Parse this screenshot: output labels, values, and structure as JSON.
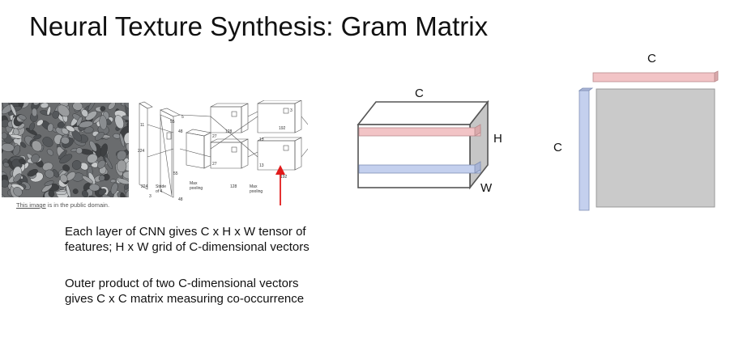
{
  "title": "Neural Texture Synthesis: Gram Matrix",
  "image_credit": {
    "link_text": "This image",
    "rest": " is in the public domain."
  },
  "cnn_labels": {
    "stride": "Stride",
    "of4": "of 4",
    "max_pooling_1": "Max",
    "max_pooling_1b": "pooling",
    "max_pooling_2": "Max",
    "max_pooling_2b": "pooling",
    "n224a": "224",
    "n224b": "224",
    "n3": "3",
    "n48a": "48",
    "n48b": "48",
    "n55a": "55",
    "n55b": "55",
    "n27a": "27",
    "n27b": "27",
    "n128a": "128",
    "n128b": "128",
    "n192a": "192",
    "n192b": "192",
    "n13a": "13",
    "n13b": "13",
    "n5": "5",
    "n3b": "3",
    "n11": "11"
  },
  "tensor_labels": {
    "c": "C",
    "h": "H",
    "w": "W"
  },
  "gram_labels": {
    "c_top": "C",
    "c_left": "C"
  },
  "text1": [
    "Each layer of CNN gives C x H x W tensor of",
    "features; H x W grid of C-dimensional vectors"
  ],
  "text2": [
    "Outer product of two C-dimensional vectors",
    "gives C x C matrix measuring co-occurrence"
  ],
  "colors": {
    "pink": "#f2c4c6",
    "pink_edge": "#b98a8c",
    "blue": "#c4d0ee",
    "blue_edge": "#7f8fb5",
    "box_side": "#c6c6c6",
    "matrix": "#cacaca",
    "arrow": "#e11b1b"
  }
}
